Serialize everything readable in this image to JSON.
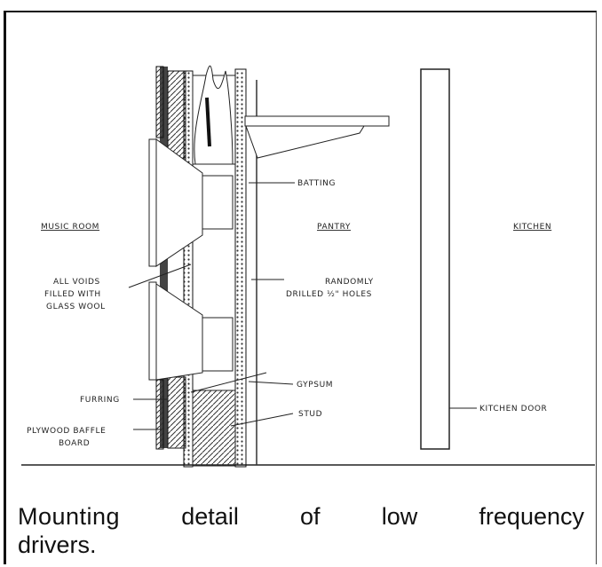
{
  "labels": {
    "music_room": "MUSIC ROOM",
    "pantry": "PANTRY",
    "kitchen": "KITCHEN",
    "batting": "BATTING",
    "voids_line1": "ALL VOIDS",
    "voids_line2": "FILLED WITH",
    "voids_line3": "GLASS WOOL",
    "holes_line1": "RANDOMLY",
    "holes_line2": "DRILLED ½\" HOLES",
    "gypsum": "GYPSUM",
    "furring": "FURRING",
    "stud": "STUD",
    "baffle_line1": "PLYWOOD BAFFLE",
    "baffle_line2": "BOARD",
    "kitchen_door": "KITCHEN DOOR"
  },
  "caption": {
    "line1_word1": "Mounting",
    "line1_word2": "detail",
    "line1_word3": "of",
    "line1_word4": "low",
    "line1_word5": "frequency",
    "line2": "drivers."
  }
}
